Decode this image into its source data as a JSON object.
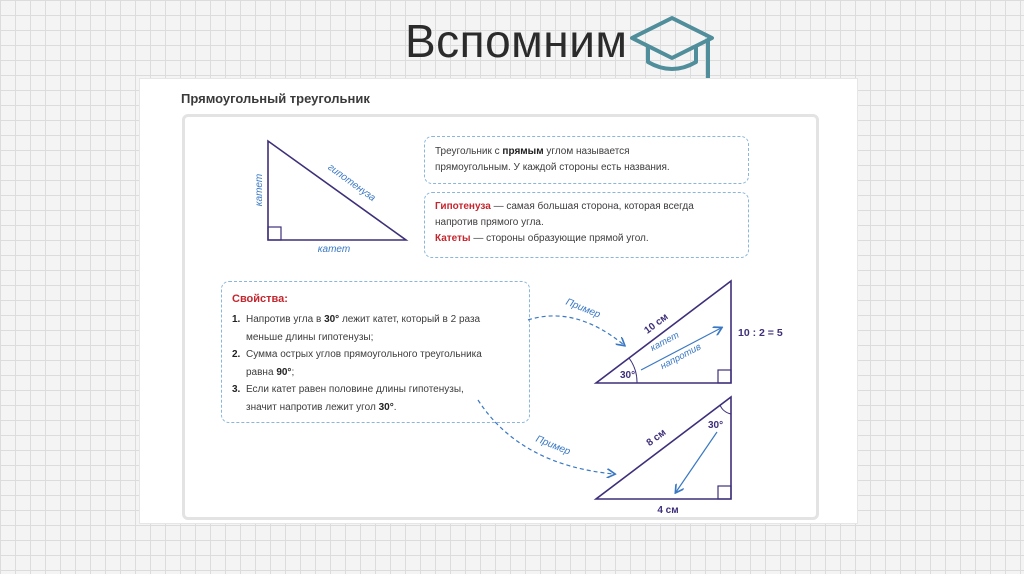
{
  "slide": {
    "title": "Вспомним"
  },
  "card": {
    "heading": "Прямоугольный треугольник"
  },
  "triangle_main": {
    "leg_vertical": "катет",
    "leg_horizontal": "катет",
    "hypotenuse": "гипотенуза"
  },
  "definition": {
    "line1_before": "Треугольник с ",
    "line1_bold": "прямым",
    "line1_after": " углом называется",
    "line2": "прямоугольным. У каждой стороны есть названия."
  },
  "terms": {
    "hyp_term": "Гипотенуза",
    "hyp_def_1": " — самая большая сторона, которая всегда",
    "hyp_def_2": "напротив прямого угла.",
    "legs_term": "Катеты",
    "legs_def": " — стороны образующие прямой угол."
  },
  "properties": {
    "title": "Свойства:",
    "items": [
      {
        "num": "1.",
        "l1_a": "Напротив угла в ",
        "l1_b": "30°",
        "l1_c": " лежит катет, который в 2 раза",
        "l2": "меньше длины гипотенузы;"
      },
      {
        "num": "2.",
        "l1": "Сумма острых углов прямоугольного треугольника",
        "l2_a": "равна ",
        "l2_b": "90°",
        "l2_c": ";"
      },
      {
        "num": "3.",
        "l1": "Если катет равен половине длины гипотенузы,",
        "l2_a": "значит напротив лежит угол ",
        "l2_b": "30°",
        "l2_c": "."
      }
    ]
  },
  "example1": {
    "arrow_label": "Пример",
    "hypotenuse": "10 см",
    "angle": "30°",
    "leg_label_1": "катет",
    "leg_label_2": "напротив",
    "calc": "10 : 2 = 5"
  },
  "example2": {
    "arrow_label": "Пример",
    "hypotenuse": "8 см",
    "angle": "30°",
    "base": "4 см"
  },
  "colors": {
    "triangle": "#3f2f7a",
    "blue": "#3a78c4",
    "red": "#c4262e",
    "icon": "#4f8e9a"
  }
}
